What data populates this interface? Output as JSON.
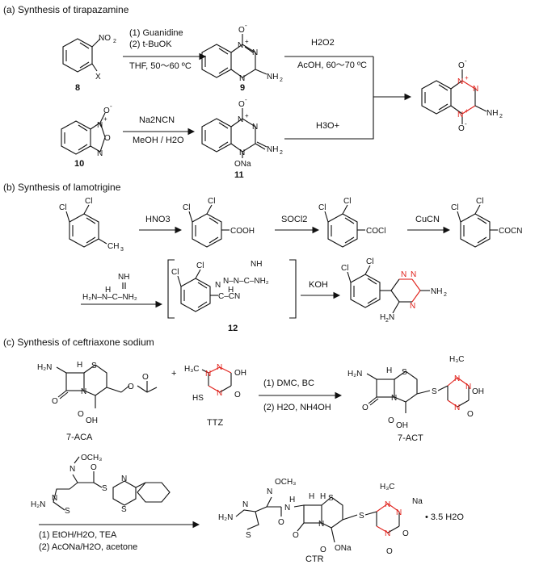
{
  "sections": {
    "a": "(a) Synthesis of tirapazamine",
    "b": "(b) Synthesis of lamotrigine",
    "c": "(c) Synthesis of ceftriaxone sodium"
  },
  "compounds": {
    "c8": "8",
    "c9": "9",
    "c10": "10",
    "c11": "11",
    "c12": "12",
    "aca": "7-ACA",
    "ttz": "TTZ",
    "act": "7-ACT",
    "ctr": "CTR"
  },
  "reagents": {
    "a1_l1": "(1) Guanidine",
    "a1_l2": "(2) t-BuOK",
    "a1_l3": "THF, 50～60 ºC",
    "a2_l1": "H2O2",
    "a2_l2": "AcOH, 60～70 ºC",
    "a3_l1": "Na2NCN",
    "a3_l2": "MeOH / H2O",
    "a4_l1": "H3O+",
    "b1": "HNO3",
    "b2": "SOCl2",
    "b3": "CuCN",
    "b4": "KOH",
    "c1_l1": "(1) DMC, BC",
    "c1_l2": "(2) H2O, NH4OH",
    "c2_l1": "(1) EtOH/H2O, TEA",
    "c2_l2": "(2) AcONa/H2O, acetone",
    "hydrate": "• 3.5 H2O",
    "plus": "+"
  }
}
